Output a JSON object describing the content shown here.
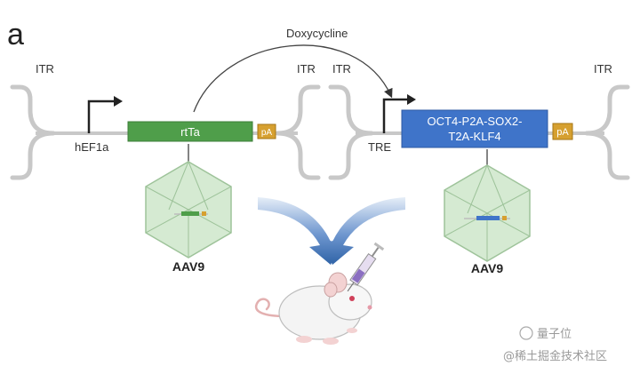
{
  "panel_label": "a",
  "arrow_label": "Doxycycline",
  "left_construct": {
    "itr_left": "ITR",
    "itr_right": "ITR",
    "promoter": "hEF1a",
    "gene": "rtTa",
    "polya": "pA",
    "vector": "AAV9"
  },
  "right_construct": {
    "itr_left": "ITR",
    "itr_right": "ITR",
    "promoter": "TRE",
    "gene_line1": "OCT4-P2A-SOX2-",
    "gene_line2": "T2A-KLF4",
    "polya": "pA",
    "vector": "AAV9"
  },
  "watermark": {
    "line1": "量子位",
    "line2": "@稀土掘金技术社区"
  },
  "colors": {
    "itr": "#c8c8c8",
    "rtta_box": "#4f9e4a",
    "gene_box": "#3f74c9",
    "pa_box": "#d6a030",
    "capsid": "#cfe6cc",
    "arrow_blue": "#2f63a7"
  }
}
